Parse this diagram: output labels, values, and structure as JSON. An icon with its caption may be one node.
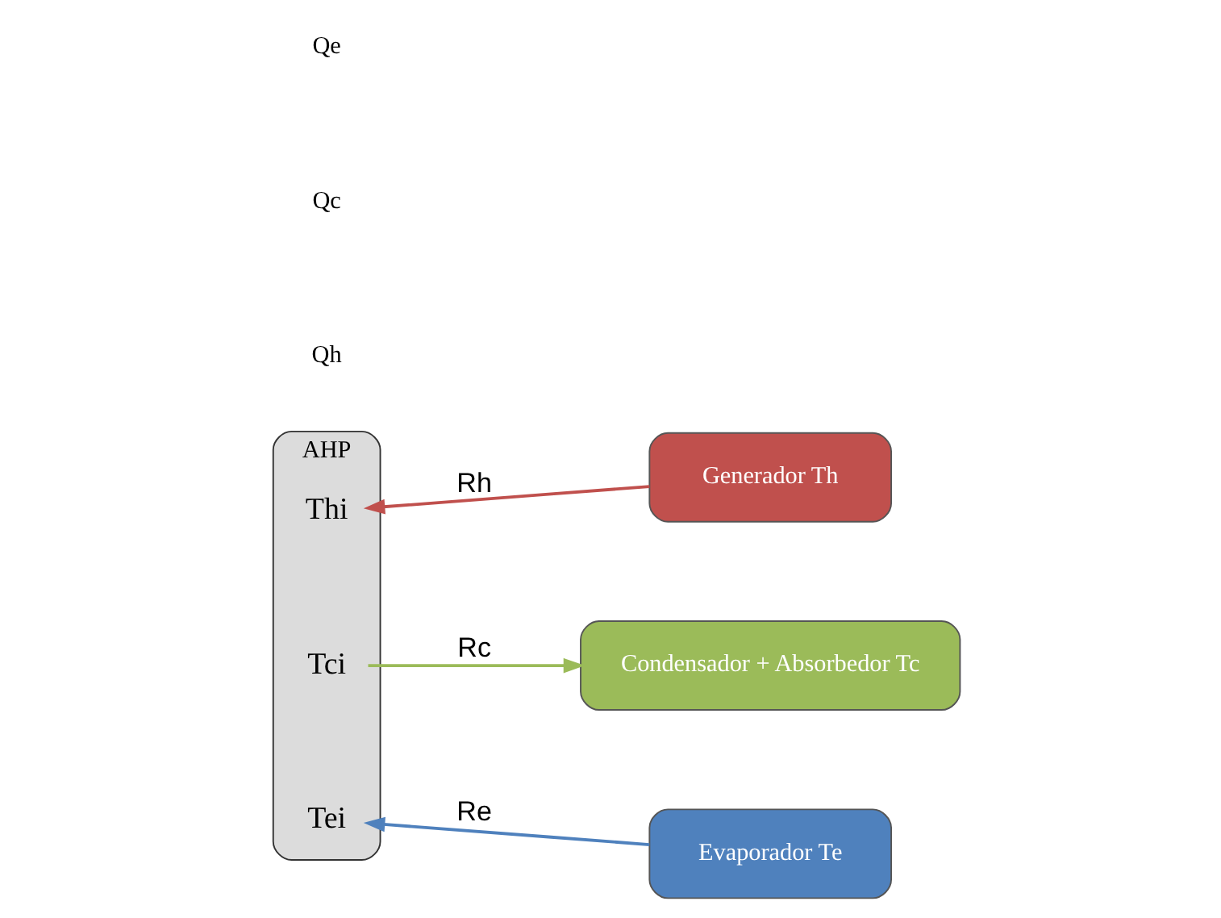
{
  "diagram": {
    "nodes": [
      {
        "text": [
          "AHP"
        ]
      },
      {
        "text": [
          "Thi"
        ],
        "in": 0
      },
      {
        "text": [
          "Tci"
        ],
        "in": 0
      },
      {
        "text": [
          "Tei"
        ],
        "in": 0
      },
      {
        "text": [
          "Generador Th"
        ]
      },
      {
        "text": [
          "Condensador + Absorbedor Tc"
        ]
      },
      {
        "text": [
          "Evaporador Te"
        ]
      }
    ],
    "edges": [
      {
        "from": 4,
        "to": 1,
        "arrow": "to",
        "label": "Rh",
        "color": "#c0504d"
      },
      {
        "from": 2,
        "to": 5,
        "arrow": "to",
        "label": "Rc",
        "color": "#9bbb59"
      },
      {
        "from": 6,
        "to": 3,
        "arrow": "to",
        "label": "Re",
        "color": "#4f81bd"
      }
    ],
    "labels": [
      "Qh",
      "Qc",
      "Qe"
    ]
  }
}
